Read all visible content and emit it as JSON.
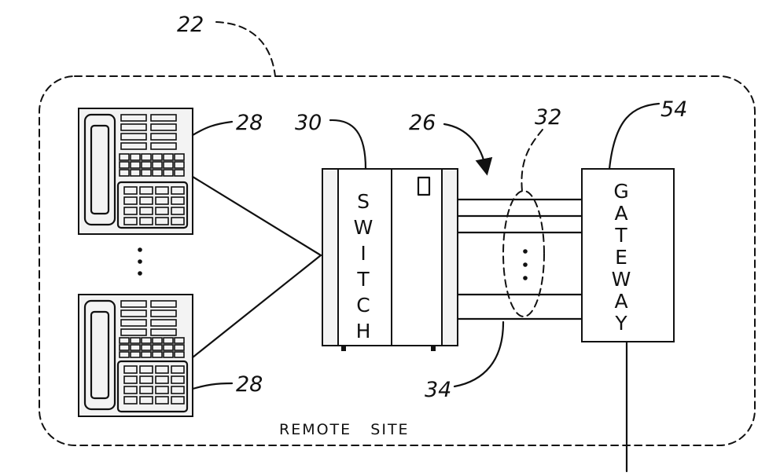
{
  "labels": {
    "ref_22": "22",
    "ref_28_top": "28",
    "ref_28_bottom": "28",
    "ref_30": "30",
    "ref_26": "26",
    "ref_32": "32",
    "ref_54": "54",
    "ref_34": "34"
  },
  "switch_letters": [
    "S",
    "W",
    "I",
    "T",
    "C",
    "H"
  ],
  "gateway_letters": [
    "G",
    "A",
    "T",
    "E",
    "W",
    "A",
    "Y"
  ],
  "site_label": "REMOTE   SITE"
}
